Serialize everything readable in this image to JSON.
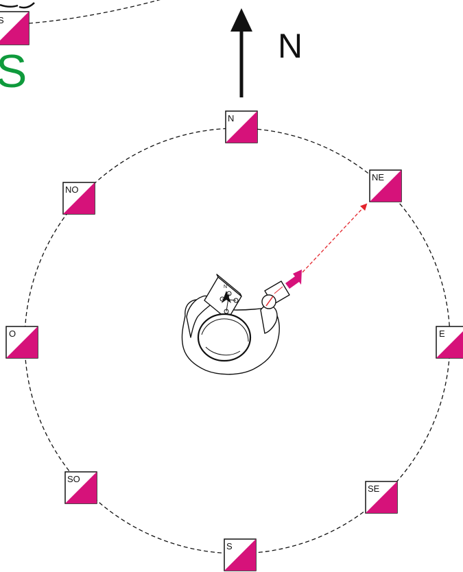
{
  "north_arrow": {
    "label": "N"
  },
  "corner": {
    "big_letter": "S",
    "small_letter": "S"
  },
  "controls": [
    {
      "id": "n",
      "label": "N"
    },
    {
      "id": "ne",
      "label": "NE"
    },
    {
      "id": "e",
      "label": "E"
    },
    {
      "id": "se",
      "label": "SE"
    },
    {
      "id": "s",
      "label": "S"
    },
    {
      "id": "so",
      "label": "SO"
    },
    {
      "id": "o",
      "label": "O"
    },
    {
      "id": "no",
      "label": "NO"
    }
  ],
  "colors": {
    "flag": "#d6127a",
    "bearing_line": "#e3242b",
    "corner_letter": "#0f9a3c",
    "stroke": "#111111"
  },
  "map_symbol": {
    "north_letter": "N"
  }
}
